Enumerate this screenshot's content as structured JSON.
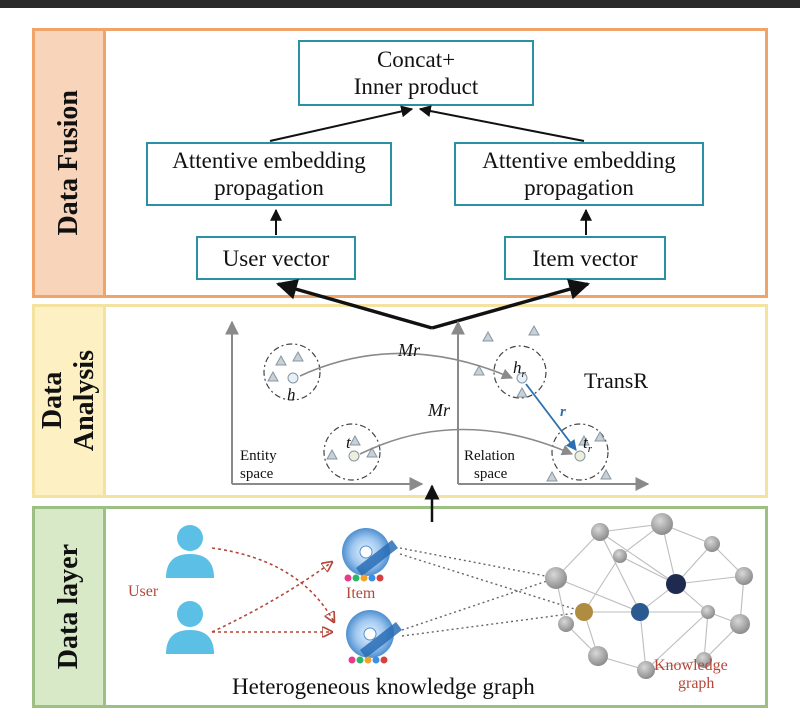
{
  "fusion": {
    "side_label": "Data Fusion",
    "concat_line1": "Concat+",
    "concat_line2": "Inner product",
    "attentive_left_line1": "Attentive embedding",
    "attentive_left_line2": "propagation",
    "attentive_right_line1": "Attentive embedding",
    "attentive_right_line2": "propagation",
    "user_vector": "User vector",
    "item_vector": "Item vector"
  },
  "analysis": {
    "side_label_line1": "Data",
    "side_label_line2": "Analysis",
    "mr_top": "Mr",
    "mr_bottom": "Mr",
    "h": "h",
    "t": "t",
    "h_r": "h",
    "t_r": "t",
    "r_sub": "r",
    "r": "r",
    "transr": "TransR",
    "entity_space_line1": "Entity",
    "entity_space_line2": "space",
    "relation_space_line1": "Relation",
    "relation_space_line2": "space"
  },
  "layer": {
    "side_label": "Data layer",
    "user": "User",
    "item": "Item",
    "knowledge_graph_line1": "Knowledge",
    "knowledge_graph_line2": "graph",
    "caption": "Heterogeneous knowledge graph"
  },
  "colors": {
    "fusion_border": "#f0a46a",
    "analysis_border": "#f4e3a0",
    "layer_border": "#9cbf84",
    "box_border": "#2b8fa6",
    "user_icon": "#5bbfe6",
    "dashed_red": "#b5473a",
    "label_red": "#b5473a",
    "relation_blue": "#2b6fb0"
  }
}
